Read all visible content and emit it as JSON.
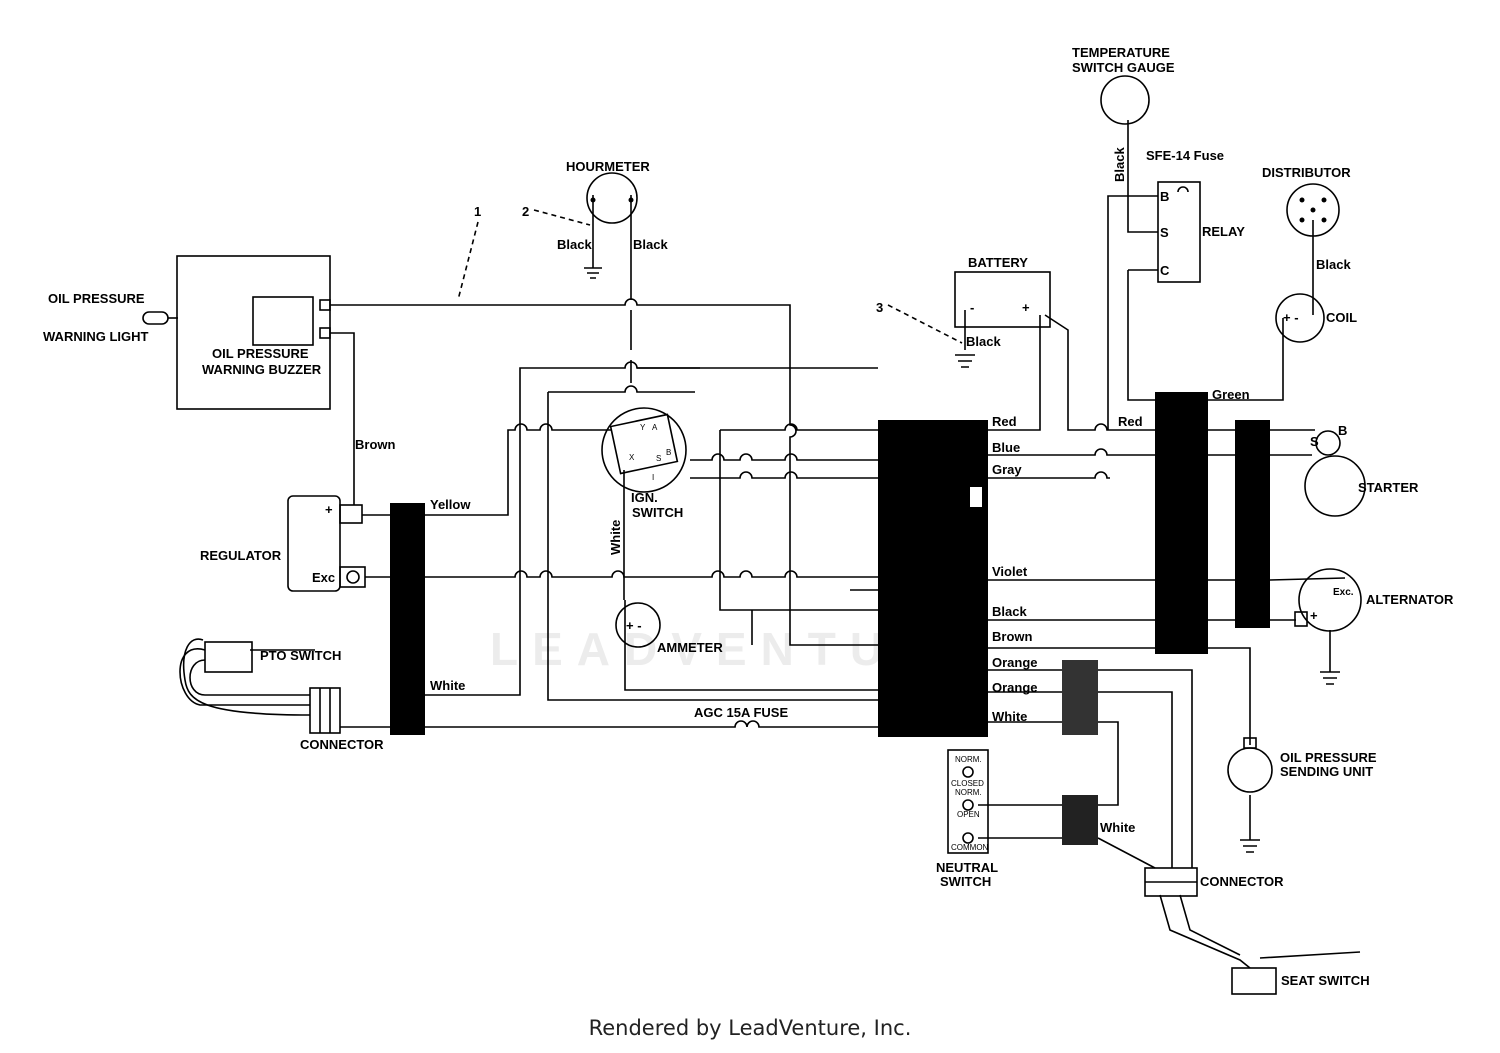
{
  "watermark": "LEADVENTURE",
  "credit": "Rendered by LeadVenture, Inc.",
  "callouts": [
    "1",
    "2",
    "3"
  ],
  "components": {
    "oil_pressure_light": [
      "OIL PRESSURE",
      "WARNING LIGHT"
    ],
    "oil_pressure_buzzer": [
      "OIL PRESSURE",
      "WARNING BUZZER"
    ],
    "hourmeter": "HOURMETER",
    "regulator": "REGULATOR",
    "regulator_pos": "+",
    "regulator_exc": "Exc",
    "pto_switch": "PTO SWITCH",
    "connector_left": "CONNECTOR",
    "ign_switch": [
      "IGN.",
      "SWITCH"
    ],
    "ign_terminals": [
      "Y",
      "A",
      "X",
      "S",
      "B",
      "I"
    ],
    "ammeter": "AMMETER",
    "ammeter_terms": "+  -",
    "fuse_agc": "AGC 15A FUSE",
    "battery": "BATTERY",
    "battery_terms": [
      "-",
      "+"
    ],
    "temp_gauge": [
      "TEMPERATURE",
      "SWITCH GAUGE"
    ],
    "sfe_fuse": "SFE-14 Fuse",
    "relay": "RELAY",
    "relay_terms": [
      "B",
      "S",
      "C"
    ],
    "distributor": "DISTRIBUTOR",
    "coil": "COIL",
    "coil_terms": "+ -",
    "starter": "STARTER",
    "starter_terms": [
      "B",
      "S"
    ],
    "alternator": "ALTERNATOR",
    "alternator_terms": [
      "Exc.",
      "+"
    ],
    "oil_sending_unit": [
      "OIL PRESSURE",
      "SENDING UNIT"
    ],
    "neutral_switch": [
      "NEUTRAL",
      "SWITCH"
    ],
    "neutral_terms": [
      "NORM.",
      "CLOSED",
      "NORM.",
      "OPEN",
      "COMMON"
    ],
    "connector_right": "CONNECTOR",
    "seat_switch": "SEAT SWITCH"
  },
  "wire_labels": {
    "brown_left": "Brown",
    "yellow": "Yellow",
    "white_left": "White",
    "white_vertical": "White",
    "black_hm_left": "Black",
    "black_hm_right": "Black",
    "black_battery": "Black",
    "black_temp": "Black",
    "black_dist": "Black",
    "green": "Green",
    "red_relay": "Red",
    "harness_colors": [
      "Red",
      "Blue",
      "Gray",
      "Violet",
      "Black",
      "Brown",
      "Orange",
      "Orange",
      "White"
    ],
    "white_neutral": "White"
  }
}
